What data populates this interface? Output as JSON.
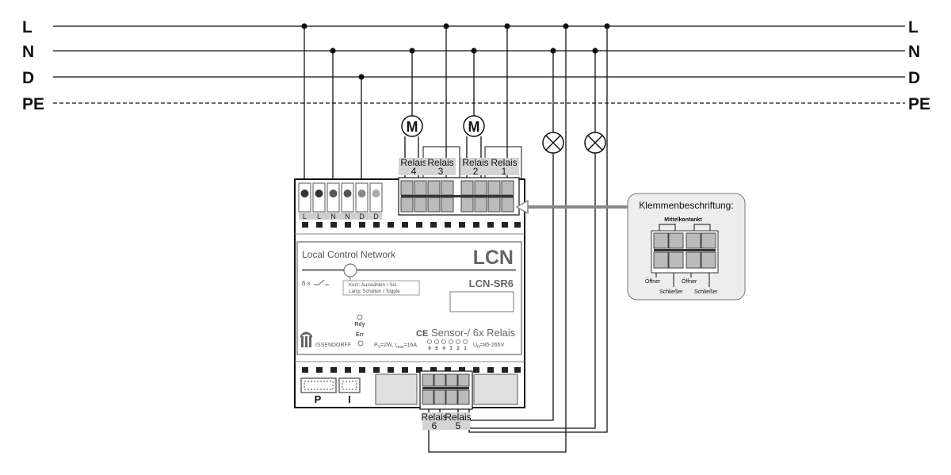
{
  "buses": {
    "l": "L",
    "n": "N",
    "d": "D",
    "pe": "PE"
  },
  "device": {
    "network_name": "Local Control Network",
    "brand": "LCN",
    "model": "LCN-SR6",
    "multiplier": "6 x",
    "kurz": "Kurz: Auswählen / Sel.",
    "lang": "Lang: Schalten / Toggle",
    "rdy": "Rdy",
    "err": "Err",
    "ce": "CE",
    "sensor": "Sensor-/ 6x Relais",
    "maker": "ISSENDORFF",
    "power": "P",
    "power_sub": "V",
    "power_val": "=2W, I",
    "imax_sub": "max",
    "imax_val": "=16A",
    "voltage": "U",
    "voltage_sub": "N",
    "voltage_val": "=85-265V",
    "led_numbers": [
      "6",
      "5",
      "4",
      "3",
      "2",
      "1"
    ],
    "top_terminals": [
      "L",
      "L",
      "N",
      "N",
      "D",
      "D"
    ],
    "port_p": "P",
    "port_i": "I"
  },
  "relays": {
    "word": "Relais",
    "r1": "1",
    "r2": "2",
    "r3": "3",
    "r4": "4",
    "r5": "5",
    "r6": "6"
  },
  "loads": {
    "motor_symbol": "M"
  },
  "legend": {
    "title": "Klemmenbeschriftung:",
    "middle": "Mittelkontankt",
    "opener_1": "Öffner",
    "closer_1": "Schließer",
    "opener_2": "Öffner",
    "closer_2": "Schließer"
  }
}
